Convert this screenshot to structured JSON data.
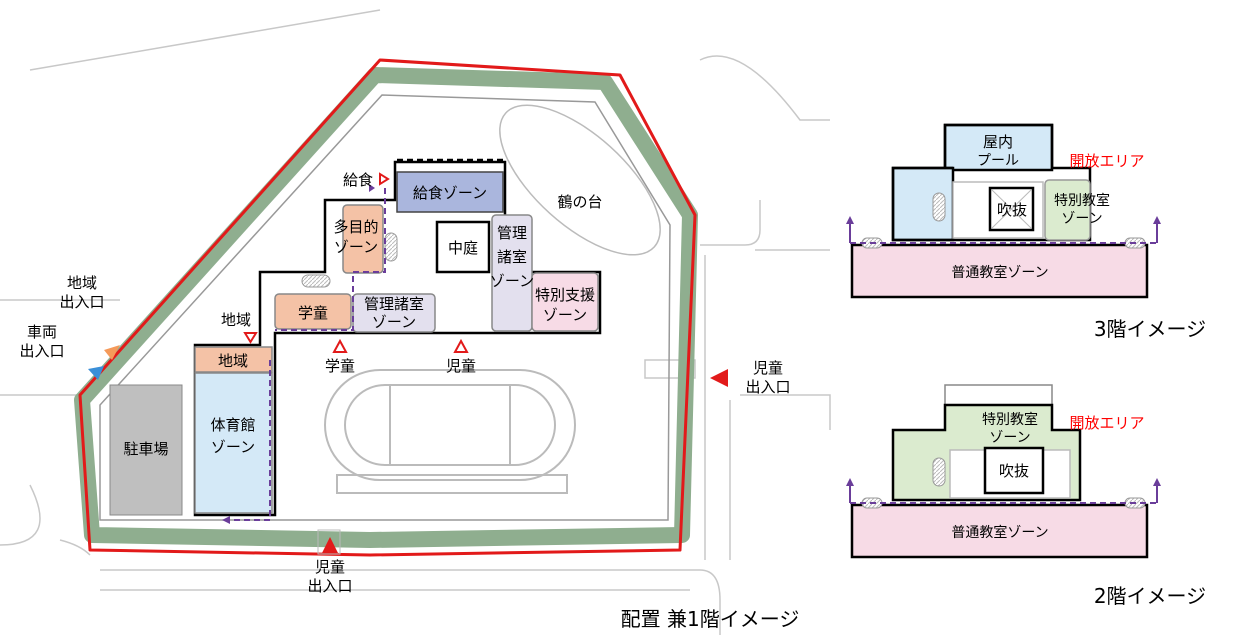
{
  "colors": {
    "boundary": "#e21a1a",
    "greenbelt": "#8fae8f",
    "kitchen_zone": "#aab6dd",
    "multipurpose_zone": "#f4c2a6",
    "afterschool_zone": "#f4c2a6",
    "admin_zone": "#e3e0ee",
    "special_support_zone": "#f7dbe6",
    "community_zone": "#f4c2a6",
    "gym_zone": "#d4e9f7",
    "parking": "#bfbfbf",
    "pool_zone": "#d4e9f7",
    "special_classroom_zone": "#dbebcf",
    "classroom_zone": "#f7dbe6",
    "open_area_text": "#ff0000",
    "route_dash": "#6a3d9a"
  },
  "site": {
    "labels": {
      "kitchen": "給食ゾーン",
      "kitchen_entry": "給食",
      "multipurpose": [
        "多目的",
        "ゾーン"
      ],
      "courtyard": "中庭",
      "admin_vertical": [
        "管理",
        "諸室",
        "ゾーン"
      ],
      "special_support": [
        "特別支援",
        "ゾーン"
      ],
      "afterschool": "学童",
      "admin_room": [
        "管理諸室",
        "ゾーン"
      ],
      "community": "地域",
      "community_entry": "地域",
      "gym": [
        "体育館",
        "ゾーン"
      ],
      "parking": "駐車場",
      "tsurunodai": "鶴の台",
      "afterschool_entry": "学童",
      "student_entry": "児童",
      "community_gate": [
        "地域",
        "出入口"
      ],
      "vehicle_gate": [
        "車両",
        "出入口"
      ],
      "student_gate_east": [
        "児童",
        "出入口"
      ],
      "student_gate_south": [
        "児童",
        "出入口"
      ]
    },
    "caption": "配置 兼1階イメージ"
  },
  "floor3": {
    "pool": [
      "屋内",
      "プール"
    ],
    "open_area": "開放エリア",
    "atrium": "吹抜",
    "special_classroom": [
      "特別教室",
      "ゾーン"
    ],
    "classroom": "普通教室ゾーン",
    "caption": "3階イメージ"
  },
  "floor2": {
    "special_classroom": [
      "特別教室",
      "ゾーン"
    ],
    "open_area": "開放エリア",
    "atrium": "吹抜",
    "classroom": "普通教室ゾーン",
    "caption": "2階イメージ"
  }
}
